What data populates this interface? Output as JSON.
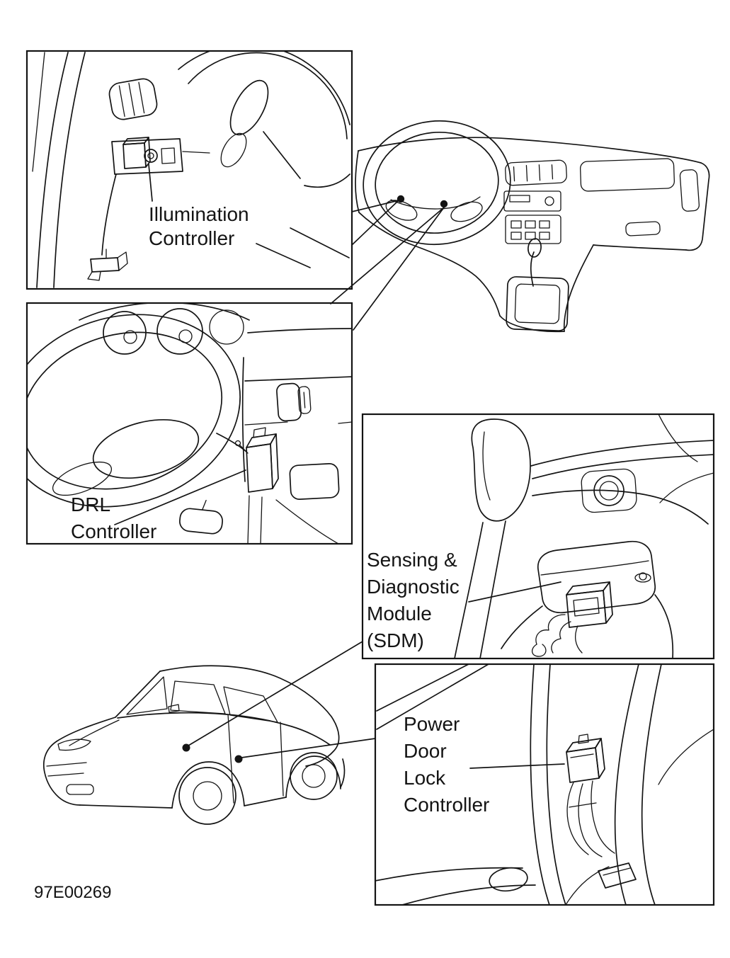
{
  "figure_code": "97E00269",
  "callouts": {
    "illumination": {
      "text": "Illumination Controller",
      "lines": [
        "Illumination",
        "Controller"
      ]
    },
    "drl": {
      "text": "DRL Controller",
      "lines": [
        "DRL",
        "Controller"
      ]
    },
    "sdm": {
      "text": "Sensing & Diagnostic Module (SDM)",
      "lines": [
        "Sensing &",
        "Diagnostic",
        "Module",
        "(SDM)"
      ]
    },
    "power_door_lock": {
      "text": "Power Door Lock Controller",
      "lines": [
        "Power",
        "Door",
        "Lock",
        "Controller"
      ]
    }
  },
  "colors": {
    "line": "#141414",
    "background": "#ffffff"
  }
}
